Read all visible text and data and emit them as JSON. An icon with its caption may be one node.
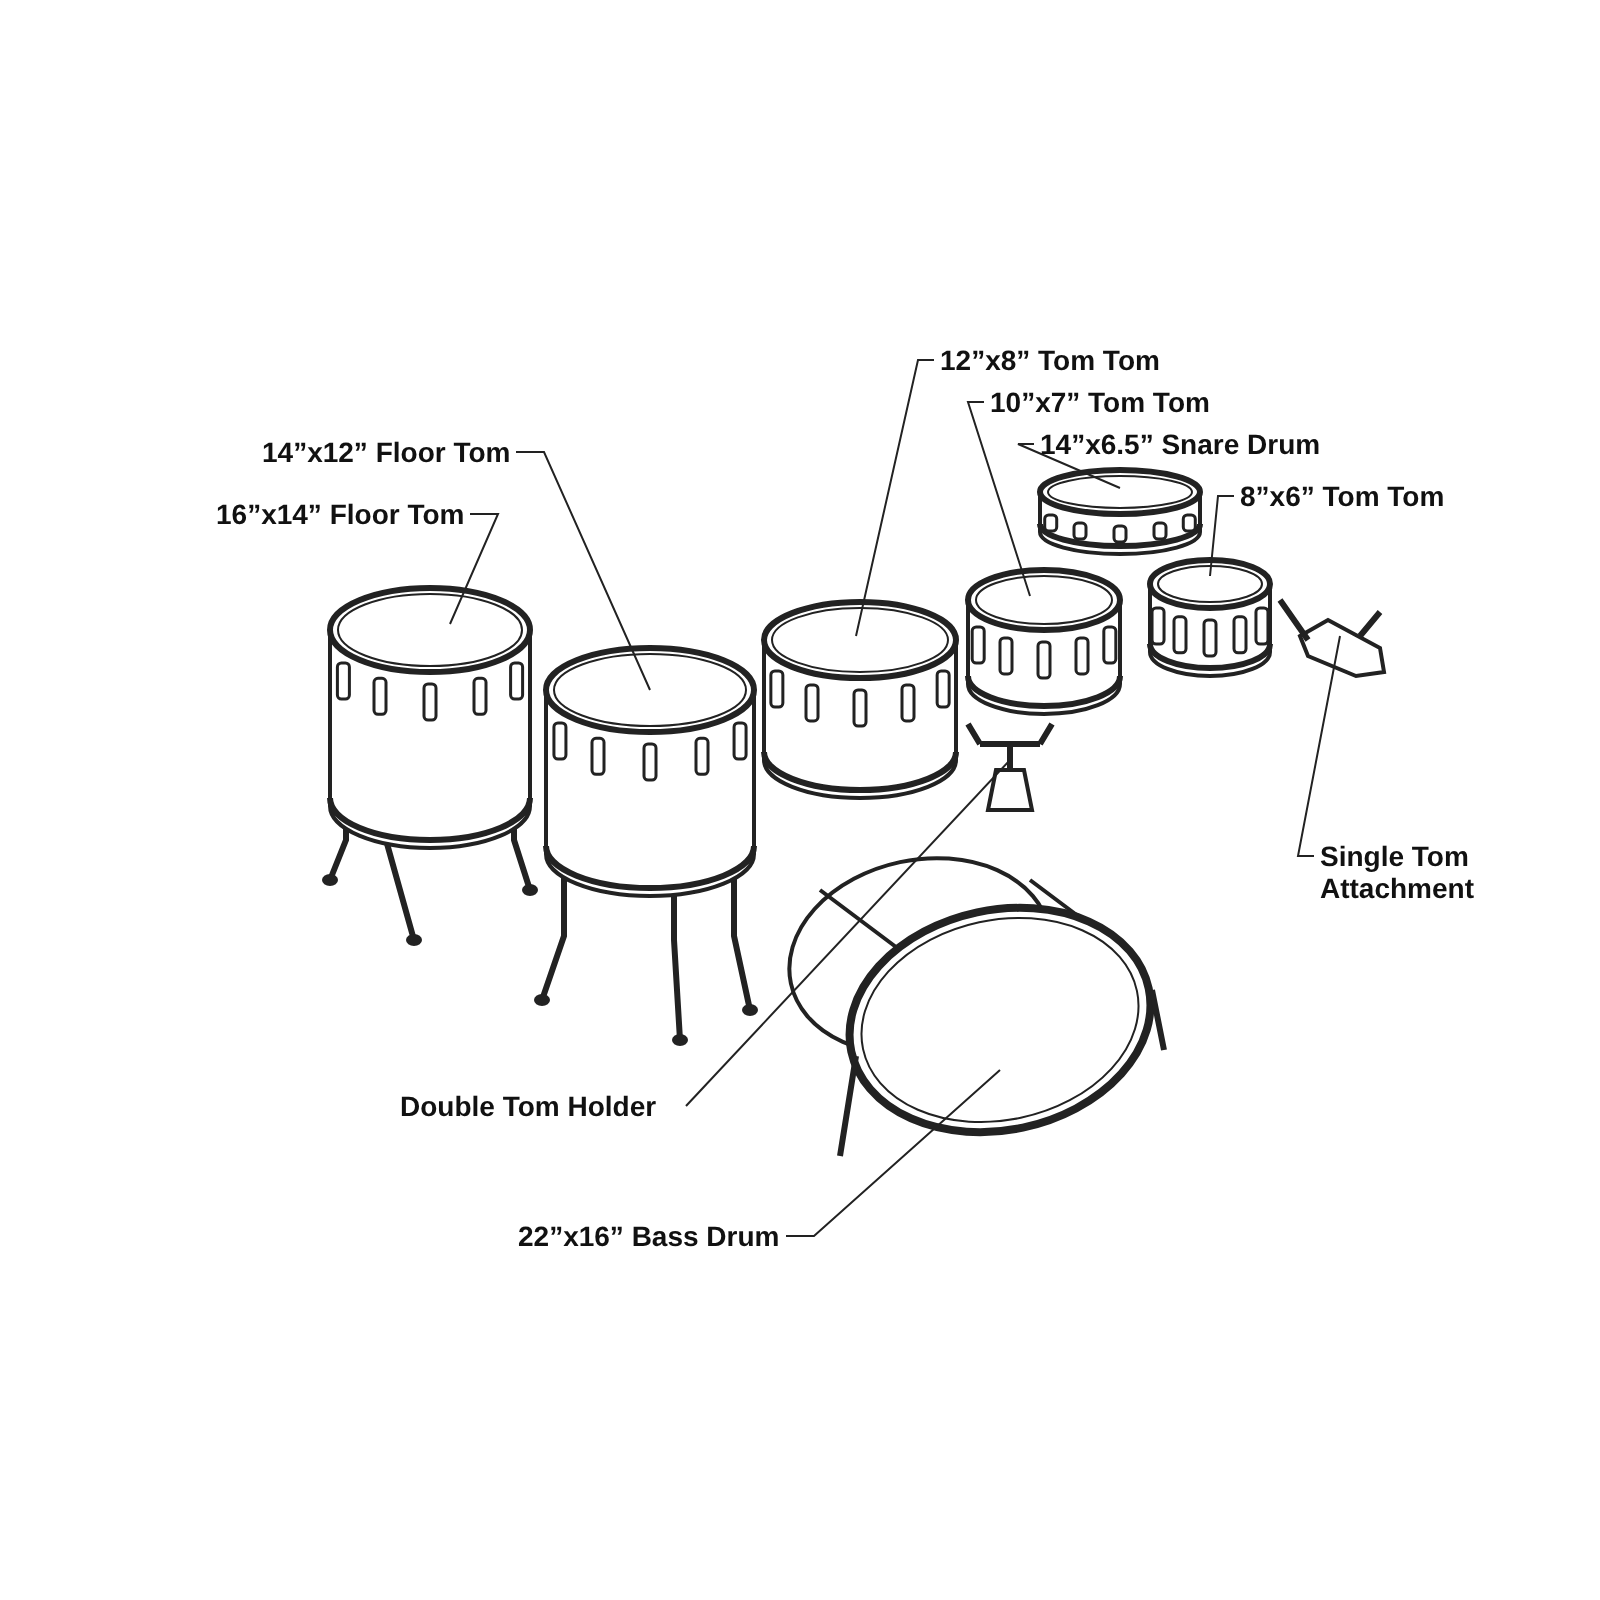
{
  "diagram": {
    "nodes": [
      {
        "text": [
          "14”x12” Floor Tom"
        ]
      },
      {
        "text": [
          "16”x14” Floor Tom"
        ]
      },
      {
        "text": [
          "12”x8” Tom Tom"
        ]
      },
      {
        "text": [
          "10”x7” Tom Tom"
        ]
      },
      {
        "text": [
          "14”x6.5” Snare Drum"
        ]
      },
      {
        "text": [
          "8”x6” Tom Tom"
        ]
      },
      {
        "text": [
          "Single Tom Attachment"
        ]
      },
      {
        "text": [
          "Double Tom Holder"
        ]
      },
      {
        "text": [
          "22”x16” Bass Drum"
        ]
      },
      {
        "text": [],
        "shape": "picture"
      },
      {
        "text": [],
        "shape": "picture"
      },
      {
        "text": [],
        "shape": "picture"
      },
      {
        "text": [],
        "shape": "picture"
      },
      {
        "text": [],
        "shape": "picture"
      },
      {
        "text": [],
        "shape": "picture"
      },
      {
        "text": [],
        "shape": "picture"
      },
      {
        "text": [],
        "shape": "picture"
      },
      {
        "text": [],
        "shape": "picture"
      }
    ],
    "edges": [
      {
        "from": 0,
        "to": 9,
        "arrow": "none"
      },
      {
        "from": 1,
        "to": 10,
        "arrow": "none"
      },
      {
        "from": 2,
        "to": 11,
        "arrow": "none"
      },
      {
        "from": 3,
        "to": 12,
        "arrow": "none"
      },
      {
        "from": 4,
        "to": 13,
        "arrow": "none"
      },
      {
        "from": 5,
        "to": 14,
        "arrow": "none"
      },
      {
        "from": 6,
        "to": 15,
        "arrow": "none"
      },
      {
        "from": 7,
        "to": 16,
        "arrow": "none"
      },
      {
        "from": 8,
        "to": 17,
        "arrow": "none"
      }
    ]
  }
}
